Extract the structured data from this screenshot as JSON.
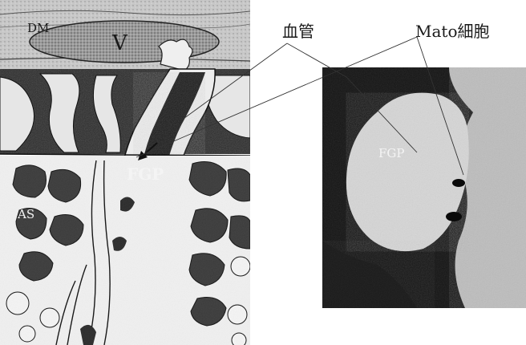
{
  "figure": {
    "callouts": {
      "vessel": "血管",
      "mato": "Mato細胞"
    },
    "drawing": {
      "dm": "DM",
      "v": "V",
      "fgp": "FGP",
      "as": "AS"
    },
    "sem_photo": {
      "fgp": "FGP"
    }
  }
}
